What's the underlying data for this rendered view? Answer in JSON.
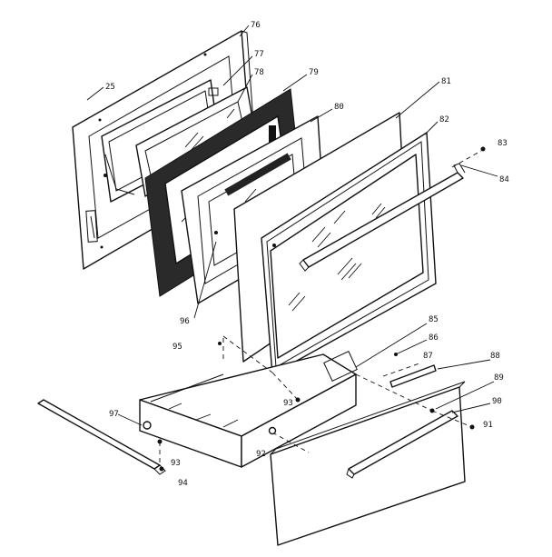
{
  "callouts": {
    "c25": "25",
    "c76": "76",
    "c77": "77",
    "c78": "78",
    "c79": "79",
    "c80": "80",
    "c81": "81",
    "c82": "82",
    "c83": "83",
    "c84": "84",
    "c85": "85",
    "c86": "86",
    "c87": "87",
    "c88": "88",
    "c89": "89",
    "c90": "90",
    "c91": "91",
    "c92": "92",
    "c93a": "93",
    "c93b": "93",
    "c94": "94",
    "c95": "95",
    "c96": "96",
    "c97": "97"
  }
}
